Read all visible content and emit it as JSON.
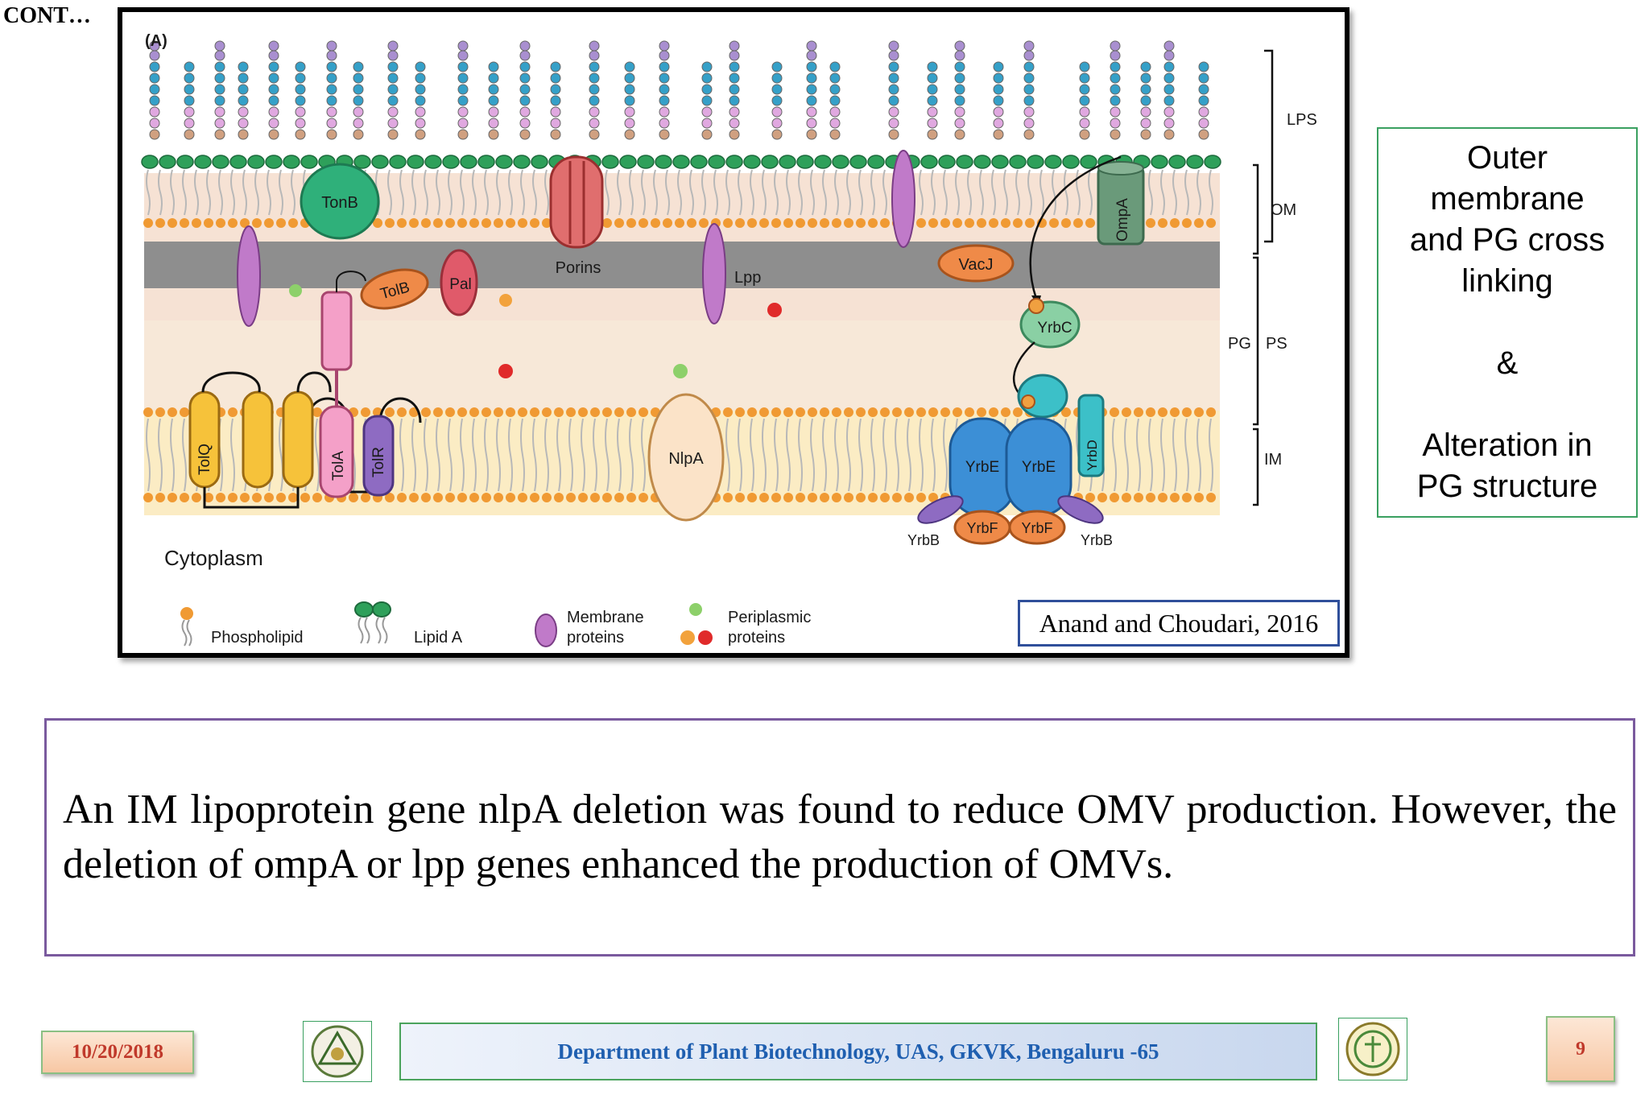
{
  "slide": {
    "cont_label": "CONT…",
    "citation": "Anand and Choudari, 2016",
    "side_lines": [
      "Outer",
      "membrane",
      "and PG cross",
      "linking",
      "&",
      "Alteration in",
      "PG structure"
    ],
    "main_text": "An IM lipoprotein gene nlpA deletion was found to reduce OMV production. However, the deletion of ompA or lpp genes enhanced the production of OMVs.",
    "footer": {
      "date": "10/20/2018",
      "department": "Department of  Plant  Biotechnology, UAS, GKVK, Bengaluru -65",
      "page_number": "9"
    }
  },
  "figure": {
    "panel_label": "(A)",
    "layer_labels": {
      "lps": "LPS",
      "om": "OM",
      "pg": "PG",
      "ps": "PS",
      "im": "IM"
    },
    "proteins": {
      "tonb": "TonB",
      "porins": "Porins",
      "lpp": "Lpp",
      "ompa": "OmpA",
      "vacj": "VacJ",
      "yrbc": "YrbC",
      "tolb": "TolB",
      "pal": "Pal",
      "tolq": "TolQ",
      "tola": "TolA",
      "tolr": "TolR",
      "nlpa": "NlpA",
      "yrbe1": "YrbE",
      "yrbe2": "YrbE",
      "yrbd": "YrbD",
      "yrbb1": "YrbB",
      "yrbb2": "YrbB",
      "yrbf1": "YrbF",
      "yrbf2": "YrbF"
    },
    "cytoplasm": "Cytoplasm",
    "legend": {
      "phospholipid": "Phospholipid",
      "lipid_a": "Lipid A",
      "membrane_1": "Membrane",
      "membrane_2": "proteins",
      "periplasmic_1": "Periplasmic",
      "periplasmic_2": "proteins"
    },
    "colors": {
      "periplasm": "#f6e2d4",
      "cytoplasm": "#fbecc4",
      "peptidoglycan": "#8e8e8e",
      "lipid_a": "#2ea05a",
      "phospholipid_head": "#f09a33",
      "membrane_protein": "#c07ac9",
      "tonb": "#2fb07a",
      "porin": "#e06e6e",
      "yrbe": "#3c8fd6",
      "yrbf": "#ef8a48",
      "tola": "#f4a0c8",
      "tolr": "#8e6bc2",
      "tolq": "#f6c23a",
      "nlpa": "#fbe3c8",
      "ompa": "#6a9a7a",
      "yrbd": "#3cc0c8"
    }
  }
}
